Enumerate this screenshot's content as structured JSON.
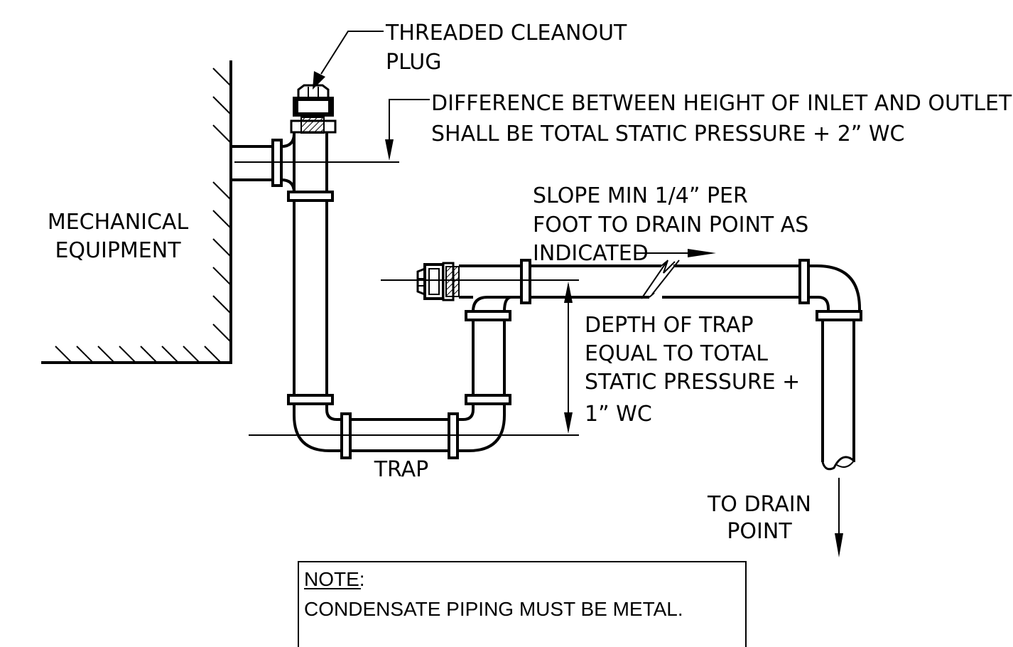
{
  "labels": {
    "cleanout_line1": "THREADED CLEANOUT",
    "cleanout_line2": "PLUG",
    "height_diff_line1": "DIFFERENCE BETWEEN HEIGHT OF INLET AND OUTLET",
    "height_diff_line2": "SHALL BE TOTAL STATIC PRESSURE + 2” WC",
    "equipment_line1": "MECHANICAL",
    "equipment_line2": "EQUIPMENT",
    "slope_line1": "SLOPE MIN 1/4” PER",
    "slope_line2": "FOOT TO DRAIN POINT AS",
    "slope_line3": "INDICATED",
    "depth_line1": "DEPTH OF TRAP",
    "depth_line2": "EQUAL TO TOTAL",
    "depth_line3": "STATIC PRESSURE +",
    "depth_line4": "1” WC",
    "trap": "TRAP",
    "drain_line1": "TO DRAIN",
    "drain_line2": "POINT"
  },
  "note": {
    "heading": "NOTE:",
    "text": "CONDENSATE PIPING MUST BE METAL."
  }
}
